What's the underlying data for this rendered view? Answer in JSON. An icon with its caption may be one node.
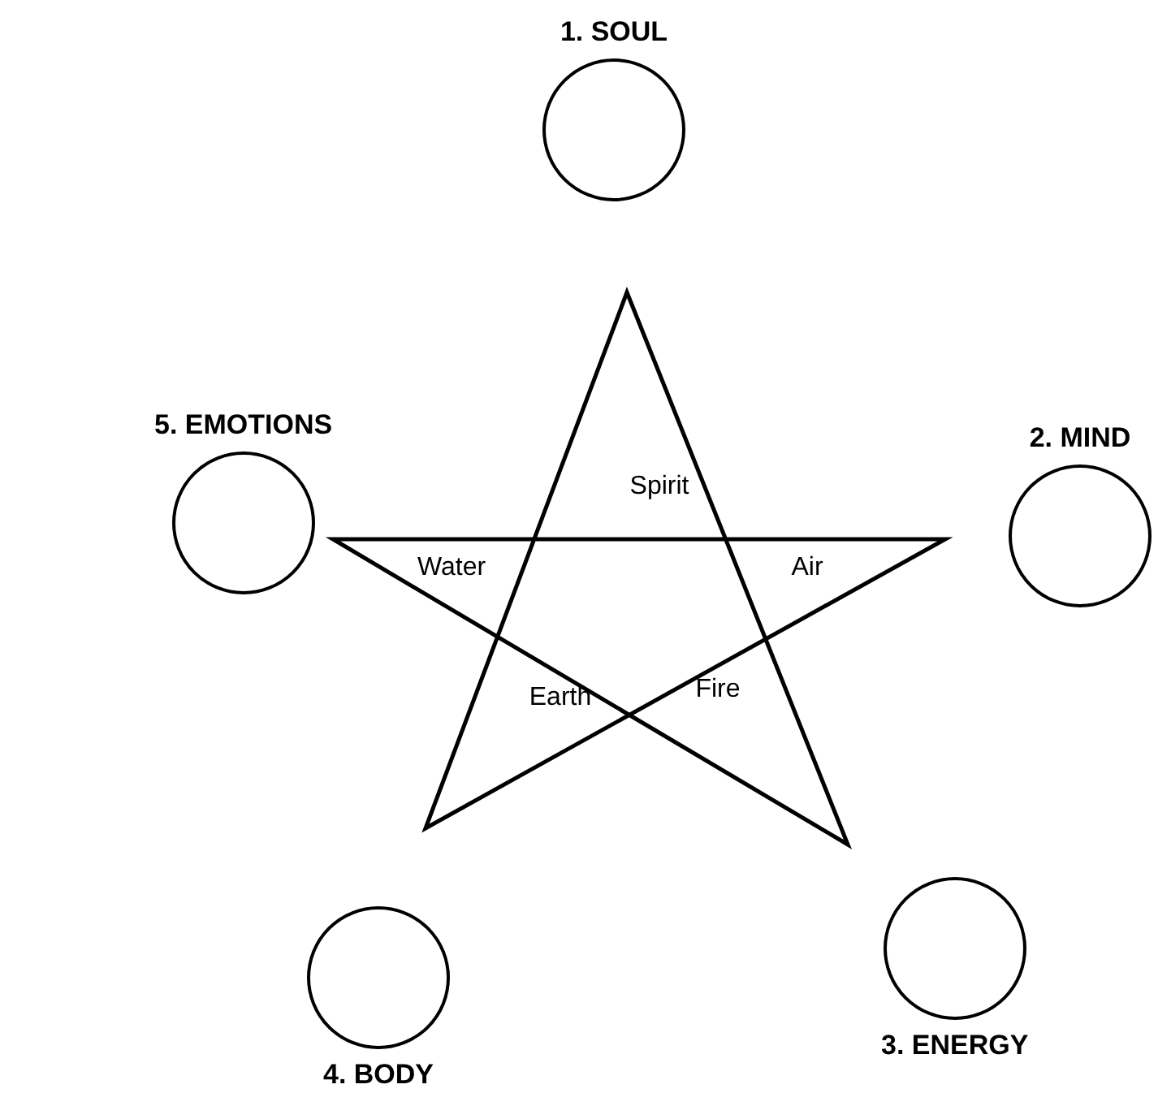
{
  "diagram": {
    "nodes": [
      {
        "text": [
          "1. SOUL"
        ]
      },
      {
        "text": [
          "5. EMOTIONS"
        ]
      },
      {
        "text": [
          "2. MIND"
        ]
      },
      {
        "text": [
          "4. BODY"
        ]
      },
      {
        "text": [
          "3. ENERGY"
        ]
      }
    ],
    "labels": [
      "Spirit",
      "Water",
      "Air",
      "Earth",
      "Fire"
    ]
  }
}
